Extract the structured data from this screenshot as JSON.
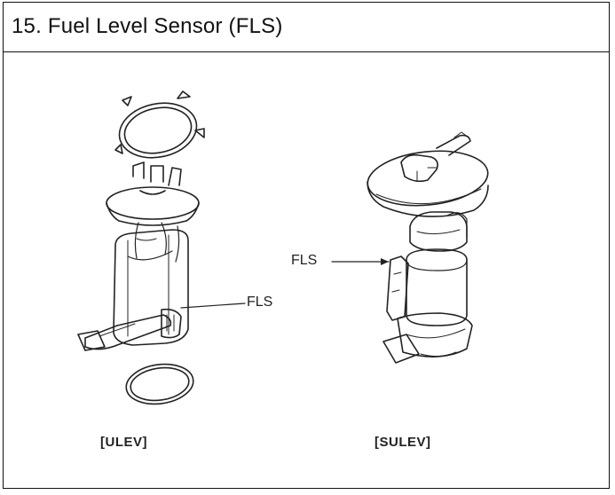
{
  "header": {
    "title": "15. Fuel Level Sensor (FLS)"
  },
  "figure": {
    "left": {
      "caption": "[ULEV]",
      "callout": "FLS"
    },
    "right": {
      "caption": "[SULEV]",
      "callout": "FLS"
    }
  }
}
